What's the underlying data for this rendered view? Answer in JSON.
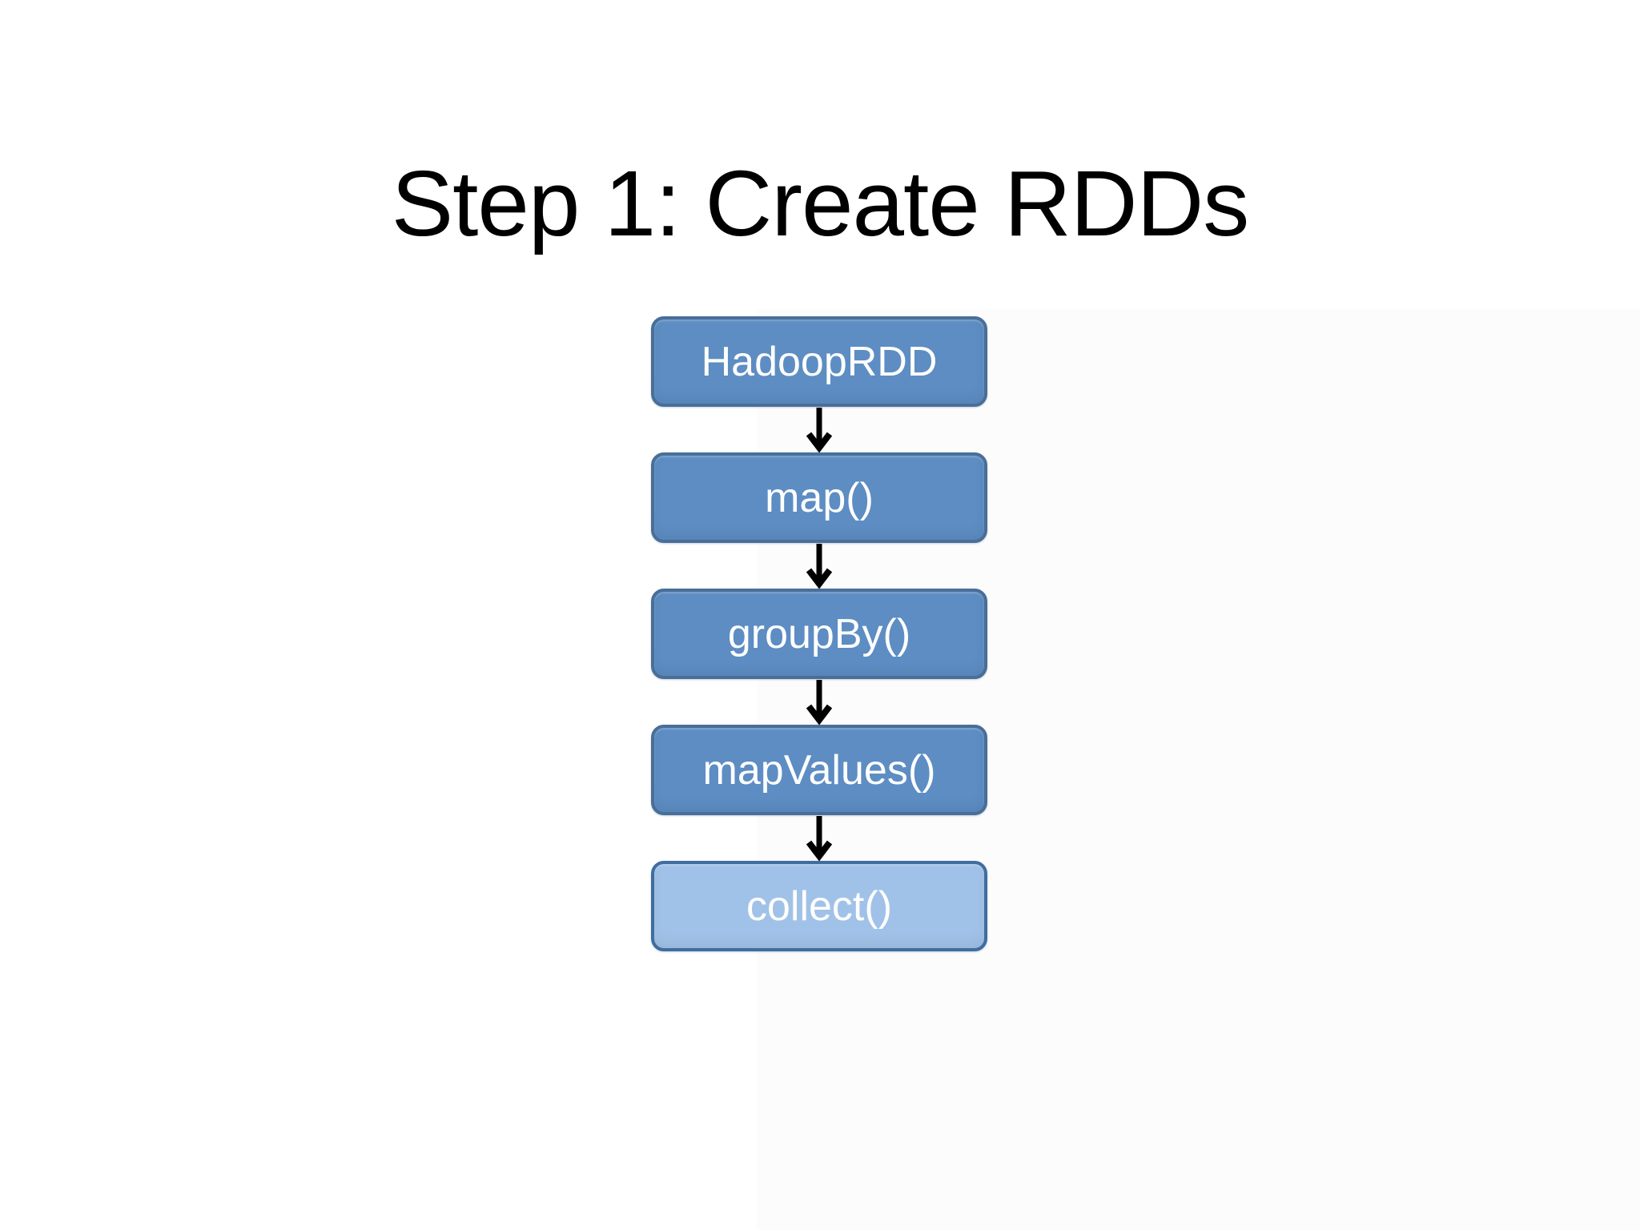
{
  "slide": {
    "title": "Step 1: Create RDDs"
  },
  "flowchart": {
    "nodes": [
      {
        "id": "hadooprdd",
        "label": "HadoopRDD",
        "variant": "solid"
      },
      {
        "id": "map",
        "label": "map()",
        "variant": "solid"
      },
      {
        "id": "groupby",
        "label": "groupBy()",
        "variant": "solid"
      },
      {
        "id": "mapvalues",
        "label": "mapValues()",
        "variant": "solid"
      },
      {
        "id": "collect",
        "label": "collect()",
        "variant": "light"
      }
    ],
    "connector": "down-arrow",
    "colors": {
      "background": "#ffffff",
      "title_text": "#000000",
      "node_fill": "#5d8dc3",
      "node_fill_light": "#a1c2e8",
      "node_border": "#486f99",
      "node_border_light": "#3f6da0",
      "node_text": "#ffffff",
      "arrow": "#000000"
    }
  }
}
